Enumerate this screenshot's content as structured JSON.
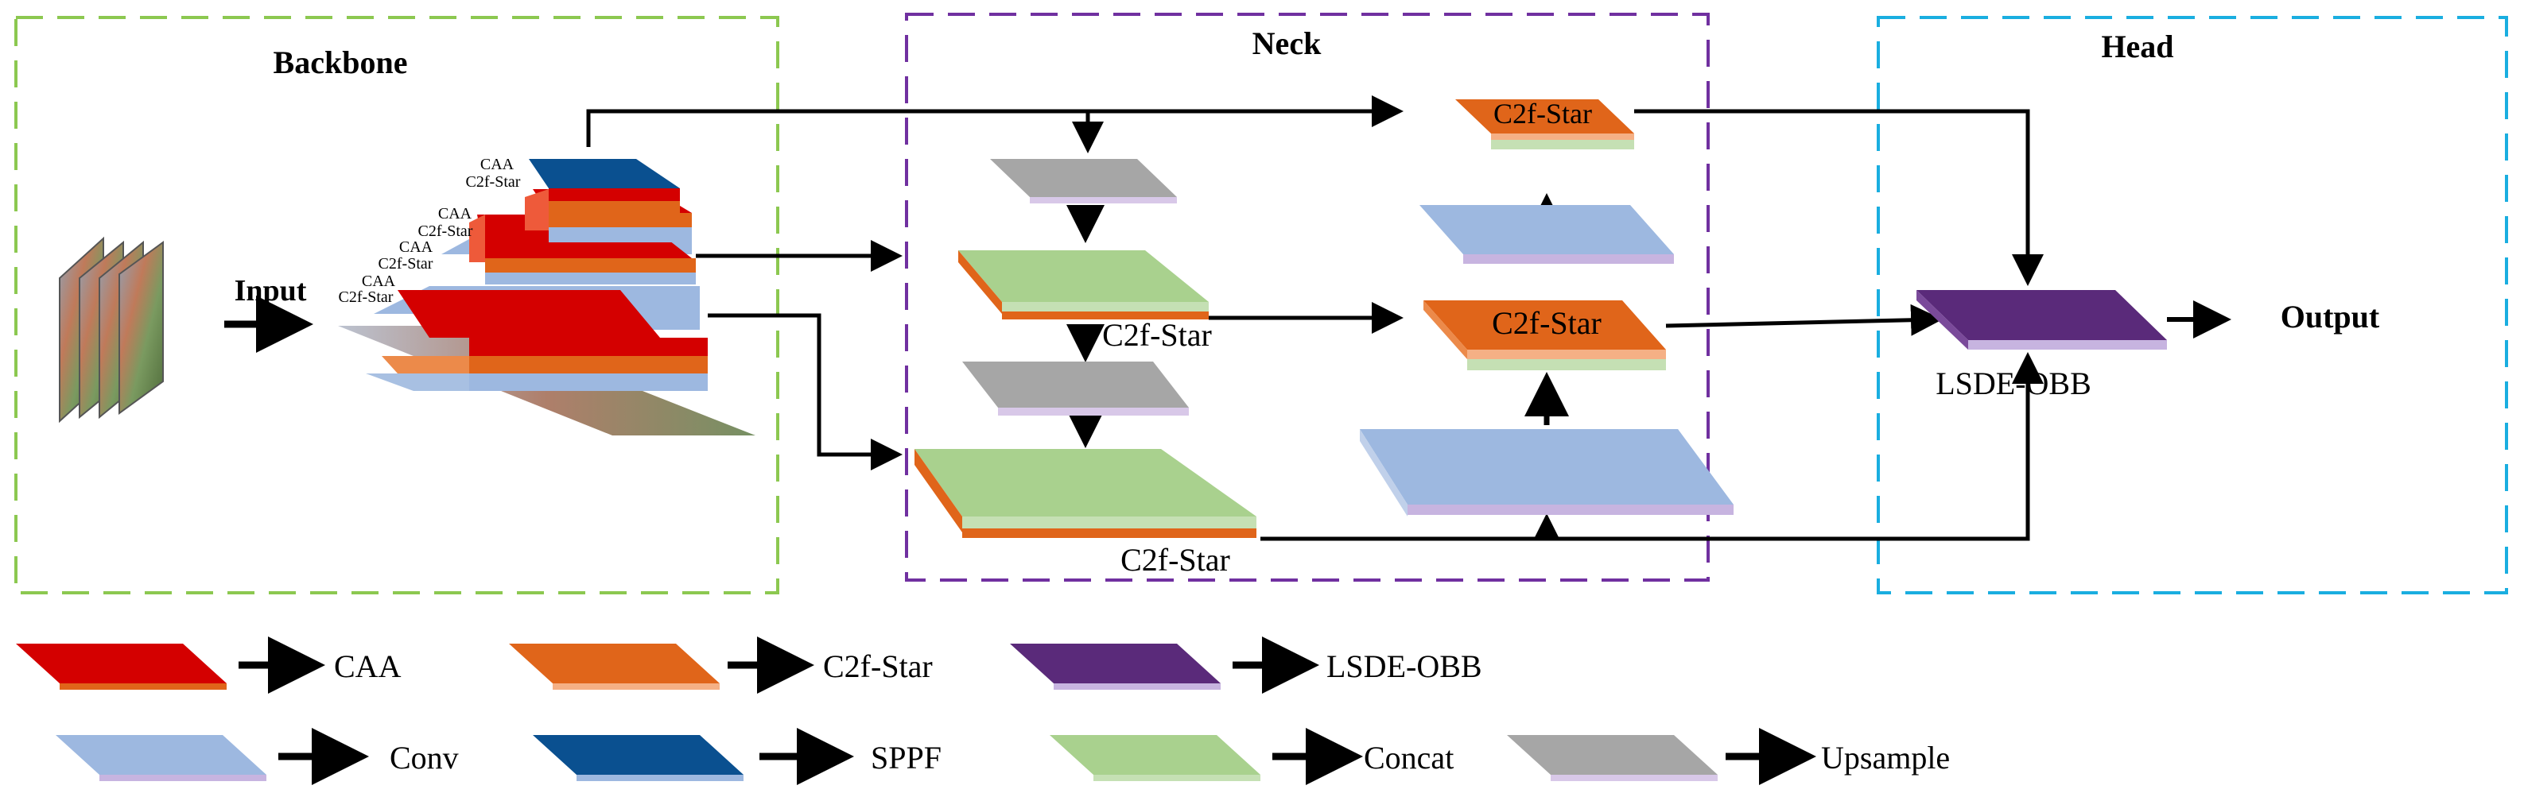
{
  "sections": {
    "backbone": "Backbone",
    "neck": "Neck",
    "head": "Head"
  },
  "labels": {
    "input": "Input",
    "output": "Output",
    "caa": "CAA",
    "c2f_star": "C2f-Star",
    "lsde_obb": "LSDE-OBB"
  },
  "legend": [
    {
      "label": "CAA",
      "color": "#d40000"
    },
    {
      "label": "C2f-Star",
      "color": "#e0651a"
    },
    {
      "label": "LSDE-OBB",
      "color": "#5a2a7a"
    },
    {
      "label": "Conv",
      "color": "#9db8e0"
    },
    {
      "label": "SPPF",
      "color": "#0a5090"
    },
    {
      "label": "Concat",
      "color": "#a9d18e"
    },
    {
      "label": "Upsample",
      "color": "#a6a6a6"
    }
  ],
  "colors": {
    "backbone_border": "#8cc850",
    "neck_border": "#7030a0",
    "head_border": "#1aaee0",
    "arrow": "#000000"
  }
}
